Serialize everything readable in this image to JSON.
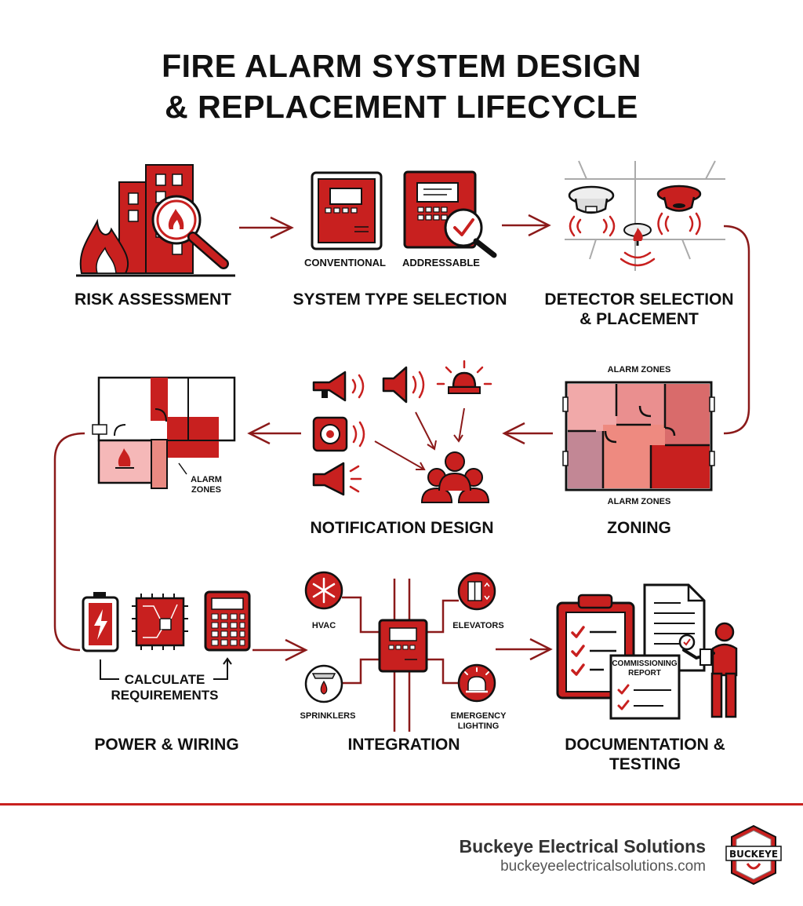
{
  "title": {
    "line1": "FIRE ALARM SYSTEM DESIGN",
    "line2": "& REPLACEMENT LIFECYCLE"
  },
  "steps": [
    {
      "id": "risk",
      "lines": [
        "RISK ASSESSMENT"
      ]
    },
    {
      "id": "system",
      "lines": [
        "SYSTEM TYPE SELECTION"
      ]
    },
    {
      "id": "detector",
      "lines": [
        "DETECTOR SELECTION",
        "& PLACEMENT"
      ]
    },
    {
      "id": "zoning",
      "lines": [
        "ZONING"
      ]
    },
    {
      "id": "notification",
      "lines": [
        "NOTIFICATION DESIGN"
      ]
    },
    {
      "id": "power",
      "lines": [
        "POWER & WIRING"
      ]
    },
    {
      "id": "integration",
      "lines": [
        "INTEGRATION"
      ]
    },
    {
      "id": "documentation",
      "lines": [
        "DOCUMENTATION &",
        "TESTING"
      ]
    }
  ],
  "sublabels": {
    "conventional": "CONVENTIONAL",
    "addressable": "ADDRESSABLE",
    "alarm_zones_top": "ALARM ZONES",
    "alarm_zones_bottom": "ALARM ZONES",
    "alarm_zones_plan_1": "ALARM",
    "alarm_zones_plan_2": "ZONES",
    "calc_1": "CALCULATE",
    "calc_2": "REQUIREMENTS",
    "hvac": "HVAC",
    "elevators": "ELEVATORS",
    "sprinklers": "SPRINKLERS",
    "emergency_1": "EMERGENCY",
    "emergency_2": "LIGHTING",
    "commissioning_1": "COMMISSIONING",
    "commissioning_2": "REPORT"
  },
  "footer": {
    "company": "Buckeye Electrical Solutions",
    "url": "buckeyeelectricalsolutions.com",
    "logo_text": "BUCKEYE"
  },
  "colors": {
    "red": "#c8201f",
    "dark_red": "#8b1a1a",
    "pink": "#f2b3b3",
    "outline": "#111111"
  },
  "icons": [
    "building-fire-icon",
    "magnifier-icon",
    "control-panel-icon",
    "smoke-detector-icon",
    "floor-plan-icon",
    "megaphone-icon",
    "speaker-icon",
    "strobe-icon",
    "people-icon",
    "battery-icon",
    "circuit-board-icon",
    "calculator-icon",
    "snowflake-icon",
    "elevator-icon",
    "sprinkler-icon",
    "emergency-light-icon",
    "clipboard-icon",
    "document-icon",
    "inspector-icon",
    "buckeye-logo"
  ]
}
